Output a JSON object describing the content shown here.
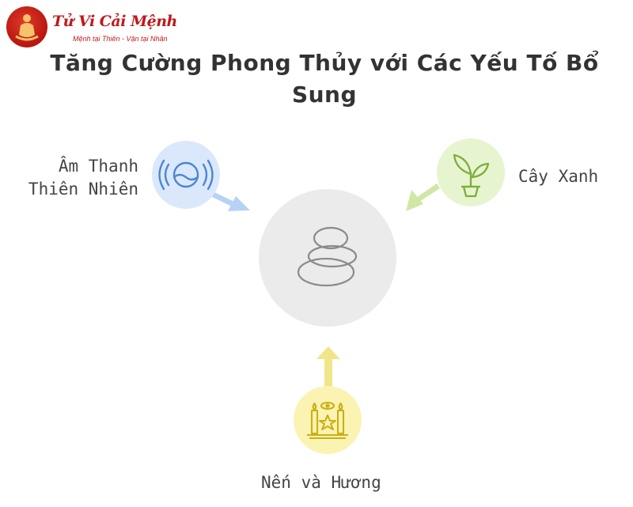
{
  "logo": {
    "brand": "Tử Vi Cải Mệnh",
    "tagline": "Mệnh tại Thiên - Vận tại Nhân"
  },
  "title": "Tăng Cường Phong Thủy với Các Yếu Tố Bổ Sung",
  "center": {
    "icon": "stacked-stones-icon"
  },
  "nodes": [
    {
      "label_lines": [
        "Âm Thanh",
        "Thiên Nhiên"
      ],
      "icon": "water-sound-icon",
      "color": "#dbe8fb",
      "icon_color": "#4a86d4",
      "arrow_color": "#b7d2f6"
    },
    {
      "label_lines": [
        "Cây Xanh"
      ],
      "icon": "plant-pot-icon",
      "color": "#e6f5cf",
      "icon_color": "#7cae3a",
      "arrow_color": "#cfe8a6"
    },
    {
      "label_lines": [
        "Nến và Hương"
      ],
      "icon": "candle-altar-icon",
      "color": "#fbf3b2",
      "icon_color": "#c9b016",
      "arrow_color": "#f1e58a"
    }
  ]
}
